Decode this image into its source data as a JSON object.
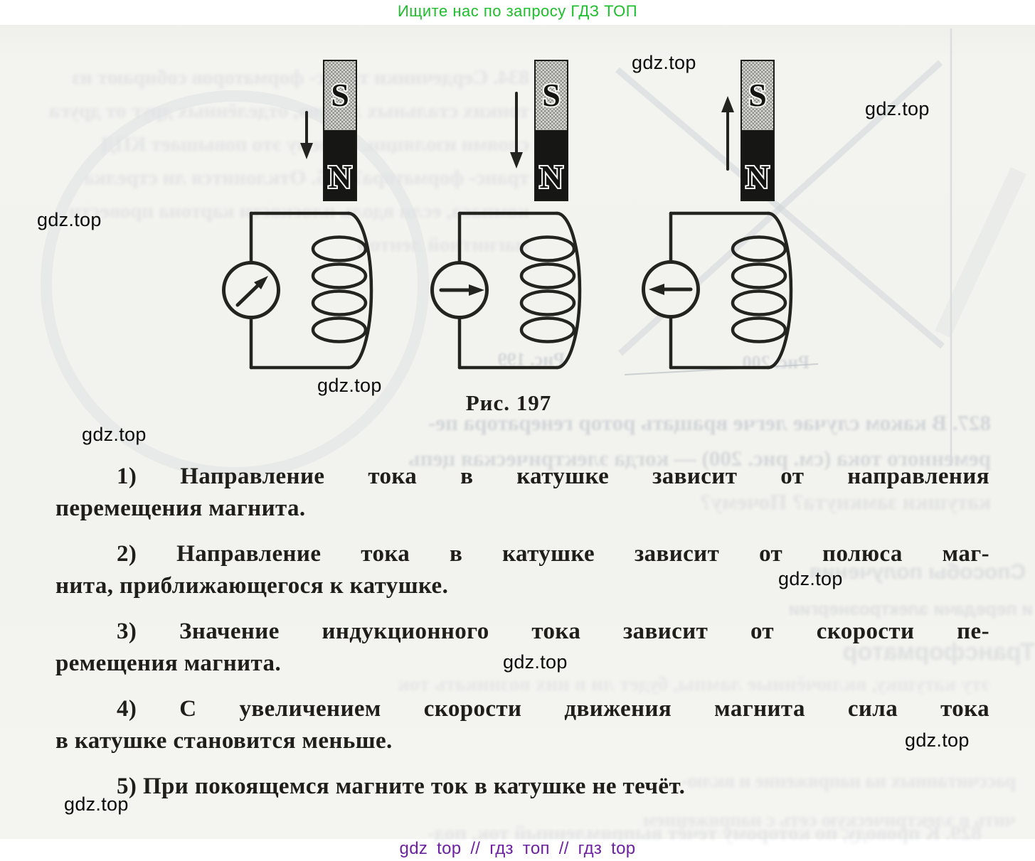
{
  "banner": {
    "text": "Ищите нас по запросу ГДЗ ТОП"
  },
  "footer": {
    "text": "gdz top  //  гдз топ  //  гдз top"
  },
  "watermark": {
    "text": "gdz.top"
  },
  "colors": {
    "banner_green": "#1fbe2d",
    "footer_purple": "#6e21a2",
    "paper": "#f2f2ee",
    "ink": "#1f1e1b"
  },
  "figure": {
    "caption": "Рис. 197",
    "pole_labels": {
      "south": "S",
      "north": "N"
    },
    "diagrams": [
      {
        "magnet": "S top / N bottom",
        "motion_arrow": "short arrow down (magnet moves toward coil)",
        "galvanometer_needle": "deflected up-right"
      },
      {
        "magnet": "S top / N bottom",
        "motion_arrow": "long arrow down (magnet moves faster)",
        "galvanometer_needle": "deflected right"
      },
      {
        "magnet": "S top / N bottom",
        "motion_arrow": "arrow up (magnet moves away)",
        "galvanometer_needle": "deflected left"
      }
    ]
  },
  "statements": [
    {
      "line1": "1) Направление тока в катушке зависит от направления",
      "line2": "перемещения магнита."
    },
    {
      "line1": "2) Направление тока в катушке зависит от полюса маг-",
      "line2": "нита, приближающегося к катушке."
    },
    {
      "line1": "3) Значение индукционного тока зависит от скорости пе-",
      "line2": "ремещения магнита."
    },
    {
      "line1": "4) С увеличением скорости движения магнита сила тока",
      "line2": "в катушке становится меньше."
    },
    {
      "line1": "5) При покоящемся магните ток в катушке не течёт."
    }
  ],
  "ghost": {
    "left_block": "834. Сердечники транс- форматоров собирают из тонких стальных листов, отделённых друг от друга слоями изоляции. Почему это повышает КПД транс- форматора? 835. Отклонится ли стрелка компаса, если вдоль плоскости картона провести магнитной лентой",
    "under_caption": [
      "827. В каком случае легче вращать ротор генератора пе-",
      "ременного тока (см. рис. 200) — когда электрическая цепь",
      "катушки замкнута? Почему?"
    ],
    "right_block": [
      "Способы получения",
      "и передачи электроэнергии",
      "Трансформатор"
    ],
    "captions": [
      "Рис. 199",
      "Рис. 200"
    ],
    "misc": [
      "эту катушку, включённые лампы, будет ли в них возникать ток",
      "рассчитанных на напряжение и вклю-",
      "чить в электрическую сеть с напряжением",
      "829. К проводу, по которому течёт выпрямленный ток, под-"
    ]
  }
}
